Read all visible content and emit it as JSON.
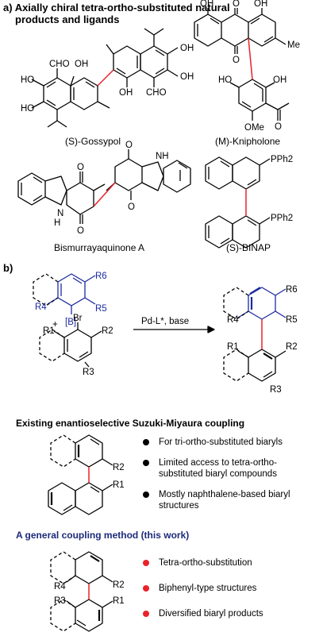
{
  "section_a": {
    "title_line1": "a) Axially chiral tetra-ortho-substituted natural",
    "title_line2": "products and ligands",
    "compounds": [
      {
        "label": "(S)-Gossypol"
      },
      {
        "label": "(M)-Knipholone"
      },
      {
        "label": "Bismurrayaquinone A"
      },
      {
        "label": "(S)-BINAP"
      }
    ],
    "atom_labels": {
      "oh": "OH",
      "ho": "HO",
      "cho": "CHO",
      "o": "O",
      "me": "Me",
      "ome": "OMe",
      "nh": "NH",
      "h": "H",
      "n": "N",
      "pph2": "PPh2"
    }
  },
  "section_b": {
    "label": "b)",
    "reaction": {
      "conditions": "Pd-L*, base",
      "plus": "+",
      "boron": "[B]",
      "bromo": "Br",
      "r_groups": [
        "R1",
        "R2",
        "R3",
        "R4",
        "R5",
        "R6"
      ]
    },
    "existing": {
      "heading": "Existing enantioselective Suzuki-Miyaura coupling",
      "bullets": [
        "For tri-ortho-substituted biaryls",
        "Limited access to tetra-ortho-substituted biaryl compounds",
        "Mostly naphthalene-based biaryl structures"
      ]
    },
    "this_work": {
      "heading": "A general coupling method (this work)",
      "bullets": [
        "Tetra-ortho-substitution",
        "Biphenyl-type structures",
        "Diversified biaryl products"
      ]
    }
  },
  "colors": {
    "bond_red": "#e8232a",
    "boron_blue": "#1c2aa0",
    "heading_blue": "#1b2a7a",
    "bullet_black": "#000000",
    "bullet_red": "#e8232a"
  }
}
